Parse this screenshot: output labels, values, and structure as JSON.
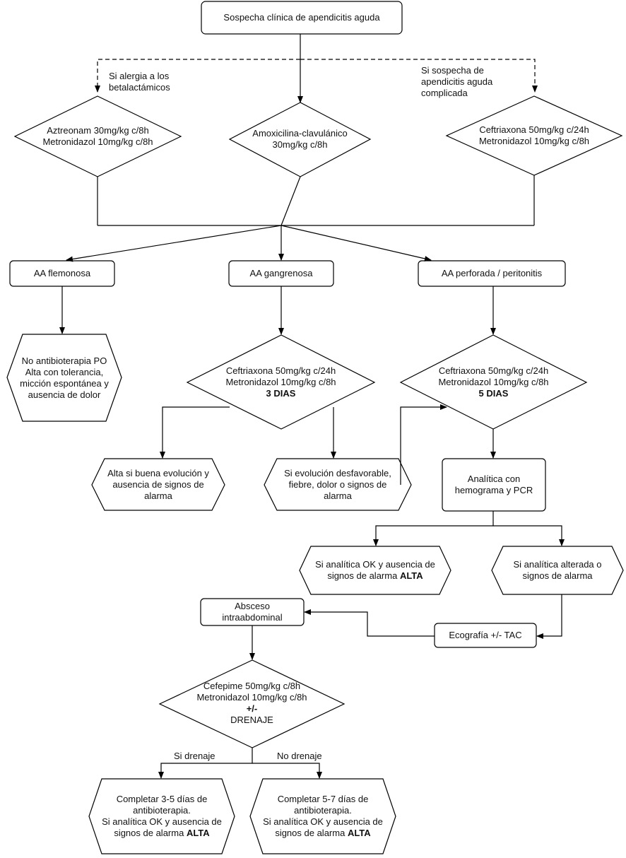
{
  "start": "Sospecha clínica de apendicitis aguda",
  "edge_labels": {
    "allergy": [
      "Si alergia a los",
      "betalactámicos"
    ],
    "complicated": [
      "Si sospecha de",
      "apendicitis aguda",
      "complicada"
    ],
    "drain_yes": "Si drenaje",
    "drain_no": "No drenaje"
  },
  "empiric": {
    "aztreonam": [
      "Aztreonam 30mg/kg c/8h",
      "Metronidazol 10mg/kg c/8h"
    ],
    "amoxi": [
      "Amoxicilina-clavulánico",
      "30mg/kg c/8h"
    ],
    "ceftri": [
      "Ceftriaxona 50mg/kg c/24h",
      "Metronidazol 10mg/kg c/8h"
    ]
  },
  "types": {
    "flemonosa": "AA flemonosa",
    "gangrenosa": "AA gangrenosa",
    "perforada": "AA perforada / peritonitis"
  },
  "flemonosa_result": [
    "No antibioterapia PO",
    "Alta con tolerancia,",
    "micción espontánea y",
    "ausencia de dolor"
  ],
  "gangrenosa_tx": [
    "Ceftriaxona 50mg/kg c/24h",
    "Metronidazol 10mg/kg c/8h",
    "3 DIAS"
  ],
  "gangrenosa_alta": [
    "Alta si buena evolución y",
    "ausencia de signos de",
    "alarma"
  ],
  "gangrenosa_bad": [
    "Si evolución desfavorable,",
    "fiebre, dolor o signos de",
    "alarma"
  ],
  "perforada_tx": [
    "Ceftriaxona 50mg/kg c/24h",
    "Metronidazol 10mg/kg c/8h",
    "5 DIAS"
  ],
  "analitica": [
    "Analítica con",
    "hemograma y PCR"
  ],
  "analitica_ok": [
    "Si analítica OK y ausencia de",
    "signos de alarma",
    "ALTA"
  ],
  "analitica_alterada": [
    "Si analítica alterada o",
    "signos de alarma"
  ],
  "eco": "Ecografía +/- TAC",
  "absceso": [
    "Absceso",
    "intraabdominal"
  ],
  "absceso_tx": [
    "Cefepime 50mg/kg c/8h",
    "Metronidazol 10mg/kg c/8h",
    "+/-",
    "DRENAJE"
  ],
  "complete_35": [
    "Completar 3-5 días de",
    "antibioterapia.",
    "Si analítica OK y ausencia de",
    "signos de alarma",
    "ALTA"
  ],
  "complete_57": [
    "Completar 5-7 días de",
    "antibioterapia.",
    "Si analítica OK y ausencia de",
    "signos de alarma",
    "ALTA"
  ]
}
